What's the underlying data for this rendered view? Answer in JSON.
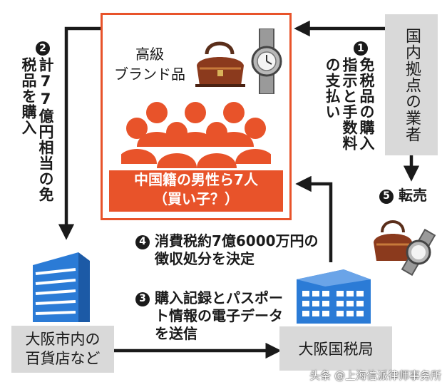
{
  "title": "",
  "nodes": {
    "hub": {
      "label": "高級\nブランド品",
      "banner_line1": "中国籍の男性ら7人",
      "banner_line2": "（買い子？）"
    },
    "vendor": "国内拠点の業者",
    "store": "大阪市内の\n百貨店など",
    "tax_office": "大阪国税局"
  },
  "steps": [
    {
      "num": "1",
      "text": "免税品の購入指示と手数料の支払い"
    },
    {
      "num": "2",
      "text": "計77億円相当の免税品を購入"
    },
    {
      "num": "3",
      "text": "購入記録とパスポート情報の電子データを送信"
    },
    {
      "num": "4",
      "text": "消費税約7億6000万円の徴収処分を決定"
    },
    {
      "num": "5",
      "text": "転売"
    }
  ],
  "credit": "头条 @上海信派律师事务所",
  "colors": {
    "accent": "#e8532a",
    "box": "#d9d9d9",
    "building": "#2b7bd6",
    "line": "#1a1a1a"
  },
  "icons": [
    "handbag-icon",
    "wristwatch-icon",
    "person-group-icon",
    "building-icon"
  ]
}
